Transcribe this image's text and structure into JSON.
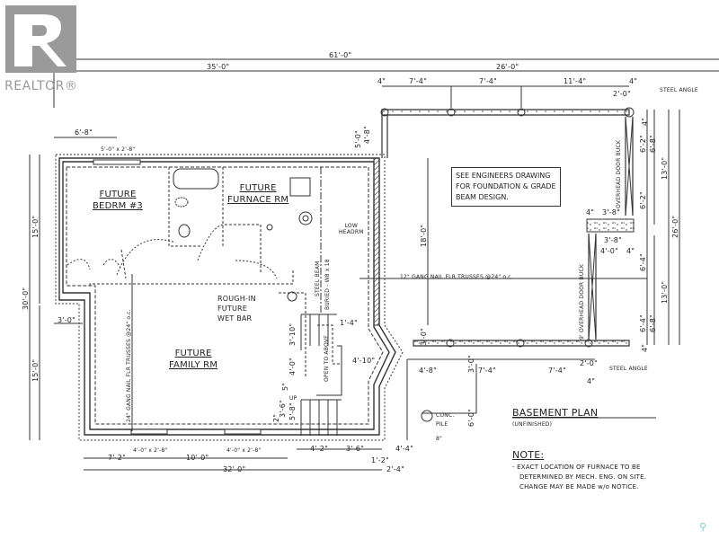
{
  "branding": {
    "logo_letter": "R",
    "logo_text": "REALTOR®",
    "logo_color": "#9a9a9a"
  },
  "plan": {
    "title": "BASEMENT PLAN",
    "subtitle": "(UNFINISHED)",
    "rooms": {
      "bedroom": [
        "FUTURE",
        "BEDRM #3"
      ],
      "furnace": [
        "FUTURE",
        "FURNACE RM"
      ],
      "family": [
        "FUTURE",
        "FAMILY RM"
      ],
      "wet_bar": [
        "ROUGH-IN",
        "FUTURE",
        "WET BAR"
      ],
      "low_headroom": [
        "LOW",
        "HEADRM"
      ]
    },
    "callouts": {
      "engineers_note": [
        "SEE ENGINEERS DRAWING",
        "FOR FOUNDATION & GRADE",
        "BEAM DESIGN."
      ],
      "steel_beam": "STEEL BEAM",
      "steel_beam_spec": "BURIED - W8 x 18",
      "trusses_horizontal": "12\" GANG NAIL FLR TRUSSES @24\" o.c.",
      "trusses_vertical": "24\" GANG NAIL FLR TRUSSES @24\" o.c.",
      "open_to_above": [
        "OPEN TO",
        "ABOVE"
      ],
      "stair_up": "UP",
      "steel_angle_top": "STEEL ANGLE",
      "steel_angle_bottom": "STEEL ANGLE",
      "door_buck_top": "OVERHEAD DOOR BUCK",
      "door_buck_bottom": "9' OVERHEAD DOOR BUCK",
      "conc_pile": [
        "CONC.",
        "PILE"
      ],
      "pile_size": "8\""
    },
    "windows": {
      "top": "5'-0\" x 2'-8\"",
      "bottom_left": "4'-0\" x 2'-8\"",
      "bottom_right": "4'-0\" x 2'-8\""
    },
    "note": {
      "heading": "NOTE:",
      "lines": [
        "- EXACT LOCATION OF FURNACE TO BE",
        "DETERMINED BY MECH. ENG. ON SITE.",
        "CHANGE MAY BE MADE w/o NOTICE."
      ]
    },
    "dimensions": {
      "overall_width": "61'-0\"",
      "house_width": "35'-0\"",
      "garage_width": "26'-0\"",
      "top_4": "4\"",
      "top_7_4_a": "7'-4\"",
      "top_7_4_b": "7'-4\"",
      "top_11_4": "11'-4\"",
      "top_right_4": "4\"",
      "top_2_0": "2'-0\"",
      "left_6_8": "6'-8\"",
      "v_5_0": "5'-0\"",
      "v_4_8": "4'-8\"",
      "v_4": "4\"",
      "left_30_0": "30'-0\"",
      "left_15_0_top": "15'-0\"",
      "left_15_0_bottom": "15'-0\"",
      "left_3_0": "3'-0\"",
      "mid_18_0": "18'-0\"",
      "mid_3_0": "3'-0\"",
      "stair_1_4": "1'-4\"",
      "stair_3_10": "3'-10\"",
      "stair_4_0": "4'-0\"",
      "stair_5": "5\"",
      "stair_5_8": "5'-8\"",
      "stair_3_6_v": "3'-6\"",
      "stair_2": "2\"",
      "stair_4_10": "4'-10\"",
      "right_4_a": "4\"",
      "right_6_2_a": "6'-2\"",
      "right_6_8_a": "6'-8\"",
      "right_13_0_a": "13'-0\"",
      "right_6_2_b": "6'-2\"",
      "right_26_0": "26'-0\"",
      "right_3_8_a": "3'-8\"",
      "right_4_b": "4\"",
      "right_4_0": "4'-0\"",
      "right_3_8_b": "3'-8\"",
      "right_4_c": "4\"",
      "right_6_4_a": "6'-4\"",
      "right_13_0_b": "13'-0\"",
      "right_6_4_b": "6'-4\"",
      "right_6_8_b": "6'-8\"",
      "right_4_d": "4\"",
      "bot_2_0": "2'-0\"",
      "bot_4_8": "4'-8\"",
      "bot_3_0": "3'-0\"",
      "bot_7_4_a": "7'-4\"",
      "bot_7_4_b": "7'-4\"",
      "bot_4": "4\"",
      "bot_6_0": "6'-0\"",
      "bot_4_4": "4'-4\"",
      "bot_7_2": "7'-2\"",
      "bot_10_0": "10'-0\"",
      "bot_32_0": "32'-0\"",
      "bot_4_2": "4'-2\"",
      "bot_3_6": "3'-6\"",
      "bot_1_2": "1'-2\"",
      "bot_2_4": "2'-4\""
    }
  },
  "map_pin_color": "#7fc6d6"
}
